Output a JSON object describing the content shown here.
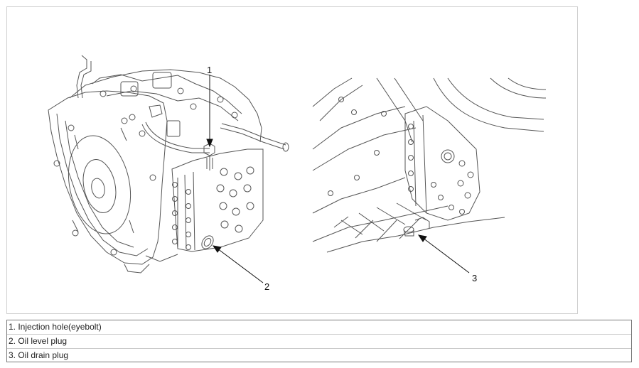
{
  "figure": {
    "callouts": [
      {
        "id": "1",
        "label": "1"
      },
      {
        "id": "2",
        "label": "2"
      },
      {
        "id": "3",
        "label": "3"
      }
    ]
  },
  "legend": {
    "items": [
      "1. Injection hole(eyebolt)",
      "2. Oil level plug",
      "3. Oil drain plug"
    ]
  }
}
